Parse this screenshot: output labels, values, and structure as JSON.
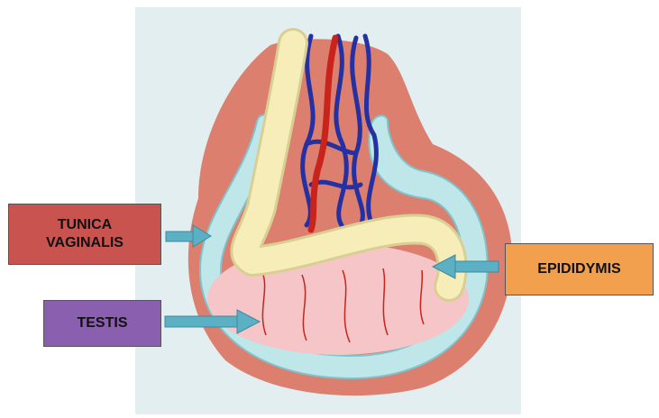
{
  "labels": {
    "tunica_vaginalis": "TUNICA\nVAGINALIS",
    "testis": "TESTIS",
    "epididymis": "EPIDIDYMIS"
  },
  "colors": {
    "background_panel": "#e2eef0",
    "scrotal_wall": "#dc7f6e",
    "tunica_layer": "#bfe6e8",
    "testis_fill": "#f5c5c7",
    "epididymis": "#f6edb9",
    "artery": "#c8241c",
    "veins": "#2530a3",
    "pointer_arrow": "#5bb0c4",
    "tunica_label_bg": "#c9534f",
    "testis_label_bg": "#8a5fb0",
    "epididymis_label_bg": "#f3a04e"
  }
}
